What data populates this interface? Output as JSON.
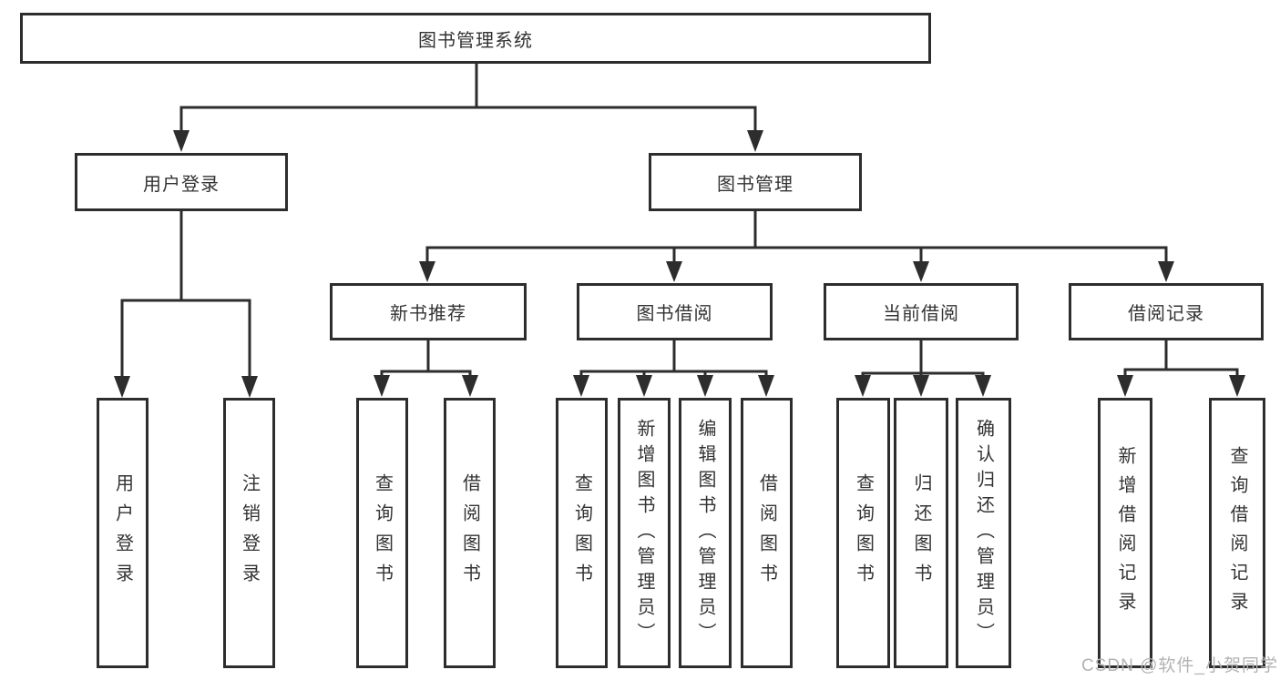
{
  "diagram": {
    "root": "图书管理系统",
    "level2": {
      "user_login": "用户登录",
      "book_management": "图书管理"
    },
    "level3": {
      "new_books": "新书推荐",
      "book_borrowing": "图书借阅",
      "current_borrowing": "当前借阅",
      "borrowing_records": "借阅记录"
    },
    "leaves": {
      "user_login": [
        "用户登录",
        "注销登录"
      ],
      "new_books": [
        "查询图书",
        "借阅图书"
      ],
      "book_borrowing": [
        "查询图书",
        "新增图书（管理员）",
        "编辑图书（管理员）",
        "借阅图书"
      ],
      "current_borrowing": [
        "查询图书",
        "归还图书",
        "确认归还（管理员）"
      ],
      "borrowing_records": [
        "新增借阅记录",
        "查询借阅记录"
      ]
    }
  },
  "watermark": "CSDN @软件_小贺同学",
  "colors": {
    "line": "#2d2d2d",
    "text": "#333333",
    "box_bg": "#ffffff",
    "watermark": "#b3b3b3"
  }
}
